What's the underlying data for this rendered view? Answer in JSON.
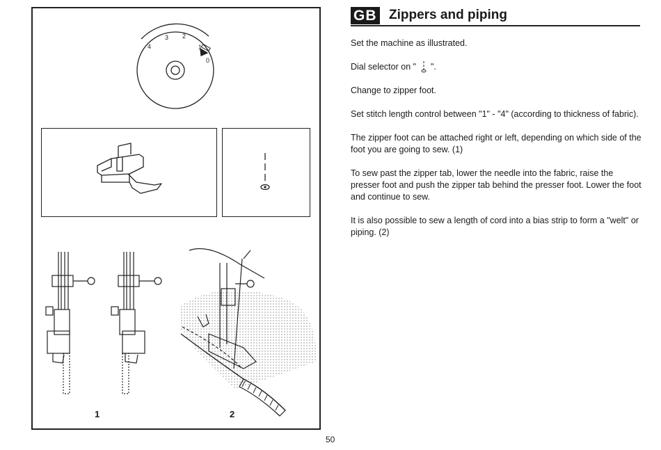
{
  "header": {
    "badge": "GB",
    "title": "Zippers and piping"
  },
  "figures": {
    "dial_numbers": [
      "4",
      "3",
      "2",
      "1",
      "0"
    ],
    "label_1": "1",
    "label_2": "2"
  },
  "instructions": {
    "p1": "Set the machine as illustrated.",
    "p2_before": "Dial selector on \" ",
    "p2_after": " \".",
    "p3": "Change to zipper foot.",
    "p4": "Set stitch length control between \"1\" - \"4\" (according to thickness of fabric).",
    "p5": "The zipper foot can be attached right or left, depending on which side of the foot you are going to sew. (1)",
    "p6": "To sew past the zipper tab, lower the needle into the fabric, raise the presser foot and push the zipper tab behind the presser foot. Lower the foot and continue to sew.",
    "p7": "It is also possible to sew a length of cord into a bias strip to form a \"welt\" or piping. (2)"
  },
  "page_number": "50"
}
